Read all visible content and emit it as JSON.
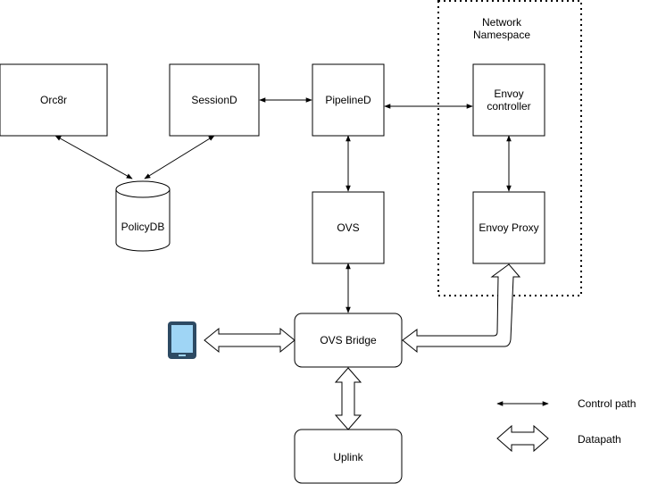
{
  "diagram": {
    "namespace": {
      "line1": "Network",
      "line2": "Namespace"
    },
    "nodes": {
      "orc8r": "Orc8r",
      "sessiond": "SessionD",
      "pipelined": "PipelineD",
      "envoy_controller": {
        "line1": "Envoy",
        "line2": "controller"
      },
      "policydb": "PolicyDB",
      "ovs": "OVS",
      "envoy_proxy": "Envoy Proxy",
      "ovs_bridge": "OVS Bridge",
      "uplink": "Uplink"
    },
    "legend": {
      "control_path": "Control path",
      "datapath": "Datapath"
    }
  },
  "colors": {
    "tablet_body": "#2d4a63",
    "tablet_screen": "#9fd5f5",
    "stroke": "#000000"
  }
}
